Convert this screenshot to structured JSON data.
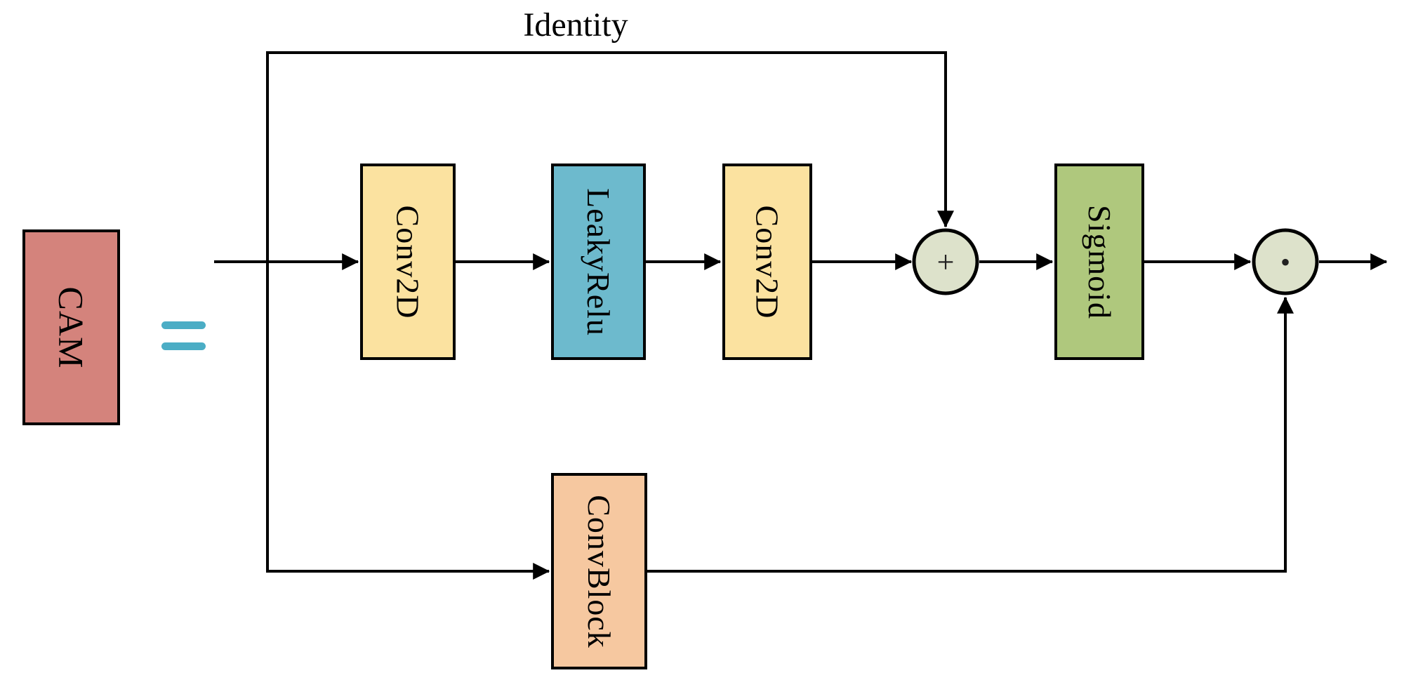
{
  "diagram": {
    "identity_label": "Identity",
    "module": {
      "label": "CAM",
      "color": "#d4837c"
    },
    "equals": {
      "symbol": "=",
      "color": "#4badc5"
    },
    "blocks": [
      {
        "id": "conv2d-1",
        "label": "Conv2D",
        "color": "#fbe2a0"
      },
      {
        "id": "leakyrelu",
        "label": "LeakyRelu",
        "color": "#6dbacd"
      },
      {
        "id": "conv2d-2",
        "label": "Conv2D",
        "color": "#fbe2a0"
      },
      {
        "id": "sigmoid",
        "label": "Sigmoid",
        "color": "#afc87d"
      },
      {
        "id": "convblock",
        "label": "ConvBlock",
        "color": "#f6c8a0"
      }
    ],
    "operators": [
      {
        "id": "add",
        "symbol": "+",
        "fill": "#dde2cb"
      },
      {
        "id": "multiply",
        "symbol": "•",
        "fill": "#dde2cb"
      }
    ],
    "wire_color": "#000000",
    "background": "#ffffff"
  }
}
